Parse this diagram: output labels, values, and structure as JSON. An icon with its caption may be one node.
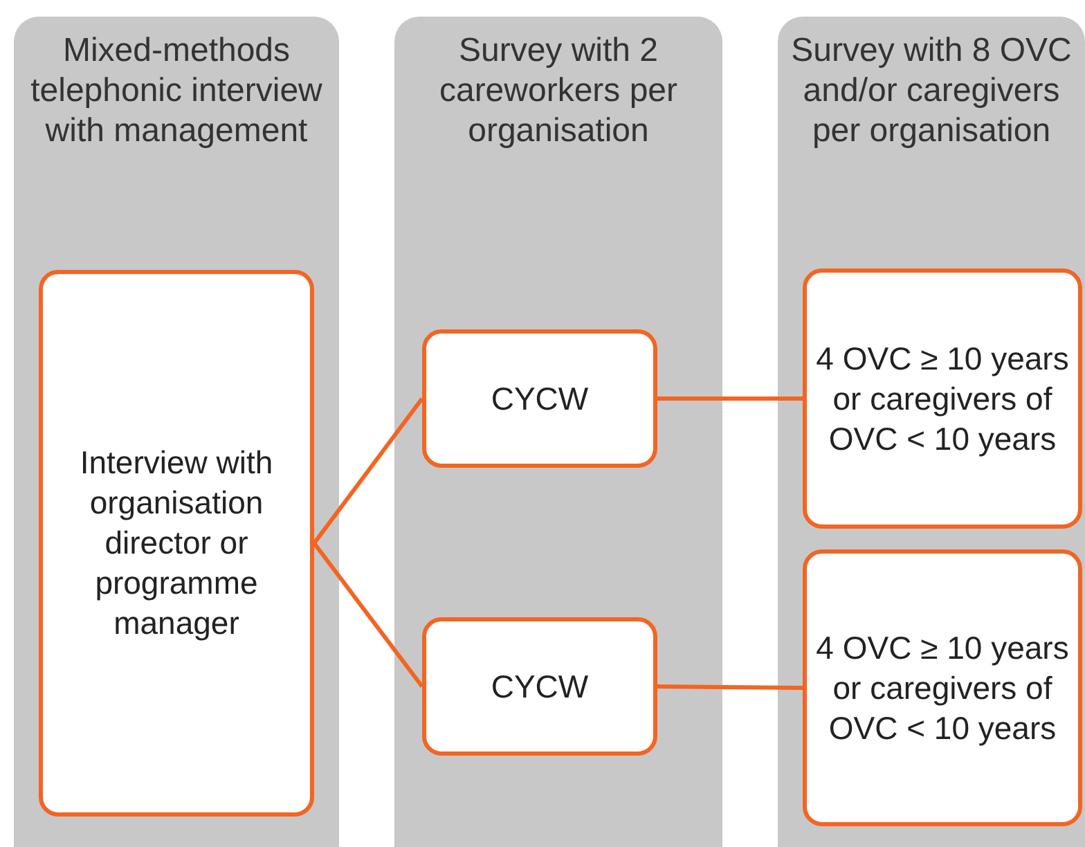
{
  "diagram": {
    "nodes": [
      {
        "text": [
          "Mixed-methods telephonic interview with management"
        ]
      },
      {
        "text": [
          "Interview with organisation director or programme manager"
        ],
        "in": 0
      },
      {
        "text": [
          "Survey with 2 careworkers per organisation"
        ]
      },
      {
        "text": [
          "CYCW"
        ],
        "in": 2
      },
      {
        "text": [
          "CYCW"
        ],
        "in": 2
      },
      {
        "text": [
          "Survey with 8 OVC and/or caregivers per organisation"
        ]
      },
      {
        "text": [
          "4 OVC ≥ 10 years or caregivers of OVC < 10 years"
        ],
        "in": 5
      },
      {
        "text": [
          "4 OVC ≥ 10 years or caregivers of OVC < 10 years"
        ],
        "in": 5
      }
    ],
    "edges": [
      {
        "from": 1,
        "to": 3,
        "arrow": "none"
      },
      {
        "from": 1,
        "to": 4,
        "arrow": "none"
      },
      {
        "from": 3,
        "to": 6,
        "arrow": "none"
      },
      {
        "from": 4,
        "to": 7,
        "arrow": "none"
      }
    ]
  }
}
